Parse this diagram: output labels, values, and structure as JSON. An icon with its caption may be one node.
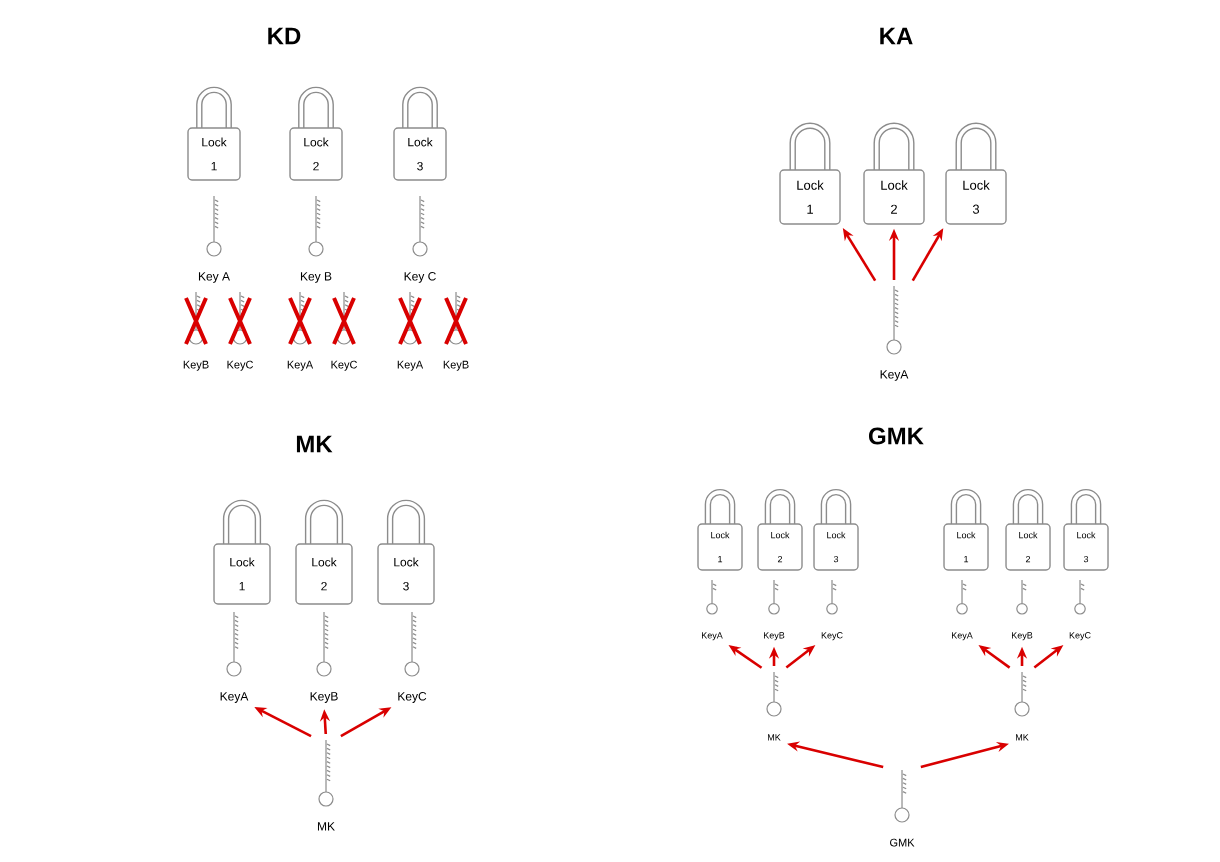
{
  "diagram": {
    "nodes": [
      {
        "text": [
          "Lock 1"
        ]
      },
      {
        "text": [
          "Lock 2"
        ]
      },
      {
        "text": [
          "Lock 3"
        ]
      },
      {
        "text": [
          "Key A"
        ]
      },
      {
        "text": [
          "Key B"
        ]
      },
      {
        "text": [
          "Key C"
        ]
      },
      {
        "text": [
          "KeyB"
        ]
      },
      {
        "text": [
          "KeyC"
        ]
      },
      {
        "text": [
          "KeyA"
        ]
      },
      {
        "text": [
          "KeyC"
        ]
      },
      {
        "text": [
          "KeyA"
        ]
      },
      {
        "text": [
          "KeyB"
        ]
      },
      {
        "text": [
          "Lock 1"
        ]
      },
      {
        "text": [
          "Lock 2"
        ]
      },
      {
        "text": [
          "Lock 3"
        ]
      },
      {
        "text": [
          "KeyA"
        ]
      },
      {
        "text": [
          "Lock 1"
        ]
      },
      {
        "text": [
          "Lock 2"
        ]
      },
      {
        "text": [
          "Lock 3"
        ]
      },
      {
        "text": [
          "KeyA"
        ]
      },
      {
        "text": [
          "KeyB"
        ]
      },
      {
        "text": [
          "KeyC"
        ]
      },
      {
        "text": [
          "MK"
        ]
      },
      {
        "text": [
          "Lock 1"
        ]
      },
      {
        "text": [
          "Lock 2"
        ]
      },
      {
        "text": [
          "Lock 3"
        ]
      },
      {
        "text": [
          "KeyA"
        ]
      },
      {
        "text": [
          "KeyB"
        ]
      },
      {
        "text": [
          "KeyC"
        ]
      },
      {
        "text": [
          "Lock 1"
        ]
      },
      {
        "text": [
          "Lock 2"
        ]
      },
      {
        "text": [
          "Lock 3"
        ]
      },
      {
        "text": [
          "KeyA"
        ]
      },
      {
        "text": [
          "KeyB"
        ]
      },
      {
        "text": [
          "KeyC"
        ]
      },
      {
        "text": [
          "MK"
        ]
      },
      {
        "text": [
          "MK"
        ]
      },
      {
        "text": [
          "GMK"
        ]
      }
    ],
    "edges": [
      {
        "from": 15,
        "to": 12,
        "arrow": "to"
      },
      {
        "from": 15,
        "to": 13,
        "arrow": "to"
      },
      {
        "from": 15,
        "to": 14,
        "arrow": "to"
      },
      {
        "from": 22,
        "to": 19,
        "arrow": "to"
      },
      {
        "from": 22,
        "to": 20,
        "arrow": "to"
      },
      {
        "from": 22,
        "to": 21,
        "arrow": "to"
      },
      {
        "from": 35,
        "to": 26,
        "arrow": "to"
      },
      {
        "from": 35,
        "to": 27,
        "arrow": "to"
      },
      {
        "from": 35,
        "to": 28,
        "arrow": "to"
      },
      {
        "from": 36,
        "to": 32,
        "arrow": "to"
      },
      {
        "from": 36,
        "to": 33,
        "arrow": "to"
      },
      {
        "from": 36,
        "to": 34,
        "arrow": "to"
      },
      {
        "from": 37,
        "to": 35,
        "arrow": "to"
      },
      {
        "from": 37,
        "to": 36,
        "arrow": "to"
      }
    ],
    "labels": [
      "KD",
      "KA",
      "MK",
      "GMK"
    ]
  }
}
